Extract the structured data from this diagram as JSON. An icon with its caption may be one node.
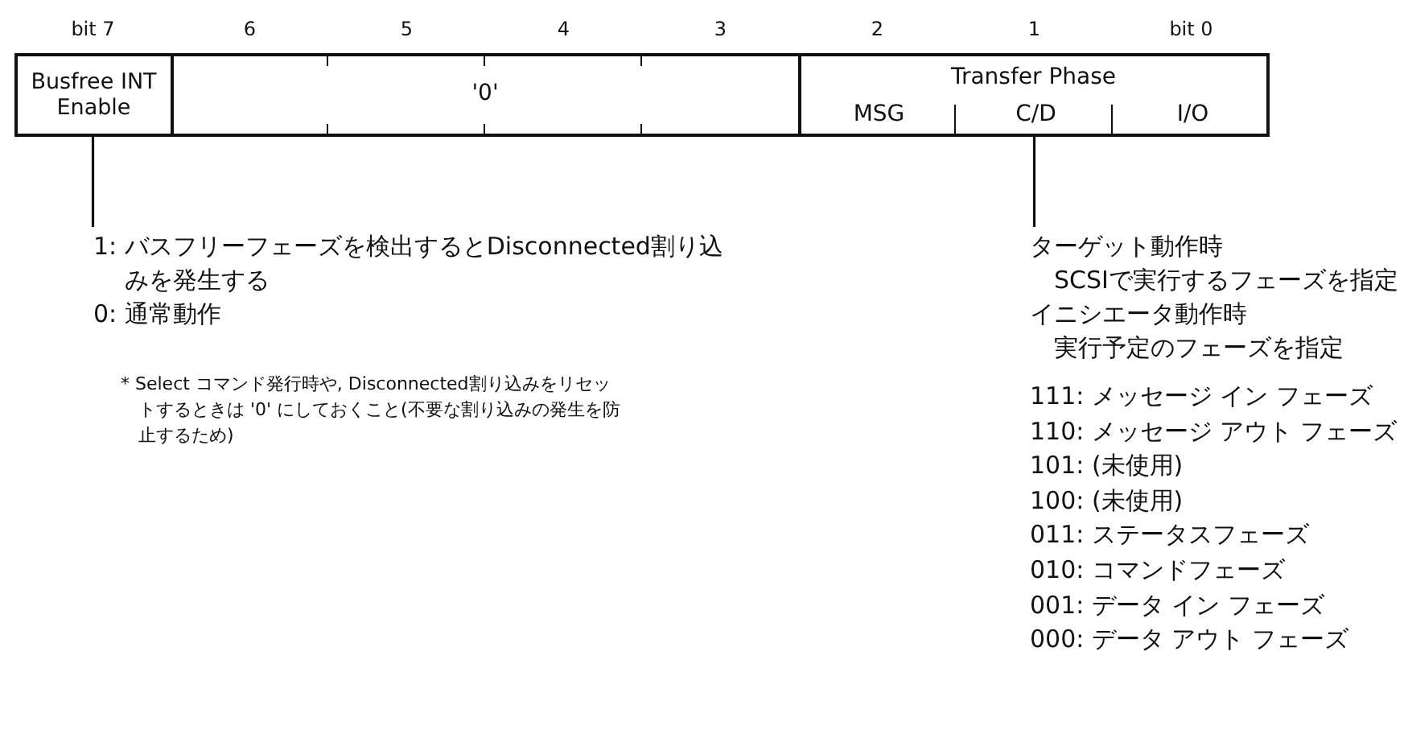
{
  "diagram": {
    "nodes": [
      {
        "text": [
          "Busfree INT Enable"
        ]
      },
      {
        "text": [
          "'0'"
        ]
      },
      {
        "text": [
          "Transfer Phase",
          "MSG",
          "C/D",
          "I/O"
        ]
      },
      {
        "text": [
          "1: バスフリーフェーズを検出するとDisconnected割り込みを発生する",
          "0: 通常動作"
        ]
      },
      {
        "text": [
          "ターゲット動作時",
          "SCSIで実行するフェーズを指定",
          "イニシエータ動作時",
          "実行予定のフェーズを指定"
        ]
      }
    ],
    "edges": [
      {
        "from": 0,
        "to": 3,
        "arrow": "none"
      },
      {
        "from": 2,
        "to": 4,
        "arrow": "none"
      }
    ],
    "labels": [
      "bit 7",
      "6",
      "5",
      "4",
      "3",
      "2",
      "1",
      "bit 0",
      "* Select コマンド発行時や, Disconnected割り込みをリセットするときは '0' にしておくこと(不要な割り込みの発生を防止するため)",
      "111: メッセージ イン フェーズ",
      "110: メッセージ アウト フェーズ",
      "101: (未使用)",
      "100: (未使用)",
      "011: ステータスフェーズ",
      "010: コマンドフェーズ",
      "001: データ イン フェーズ",
      "000: データ アウト フェーズ"
    ]
  }
}
